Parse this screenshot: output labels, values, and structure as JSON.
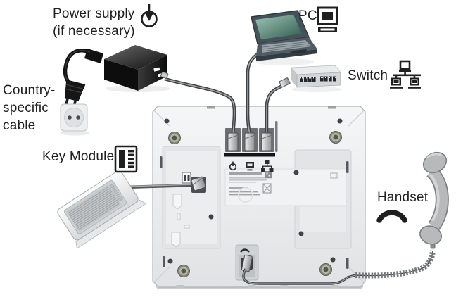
{
  "labels": {
    "power_supply": "Power supply",
    "power_supply_note": "(if necessary)",
    "country_cable": "Country-\nspecific\ncable",
    "pc": "PC",
    "switch": "Switch",
    "key_module": "Key Module",
    "handset": "Handset"
  },
  "icons": {
    "power_input": "circle-with-down-arrow",
    "pc": "desktop-monitor",
    "switch": "lan-network-tree",
    "key_module": "key-strip-panel",
    "handset": "handset-arc",
    "power_port": "power-standby-symbol",
    "pc_port": "monitor-symbol",
    "lan_port": "network-symbol",
    "handset_jack": "handset-symbol"
  },
  "colors": {
    "background": "#ffffff",
    "text": "#1f1f1f",
    "phone_body": "#eceef0",
    "adapter": "#1a1a1a",
    "laptop_screen": "#55847a",
    "handset": "#b7b9bb",
    "cable": "#4a4d50"
  }
}
